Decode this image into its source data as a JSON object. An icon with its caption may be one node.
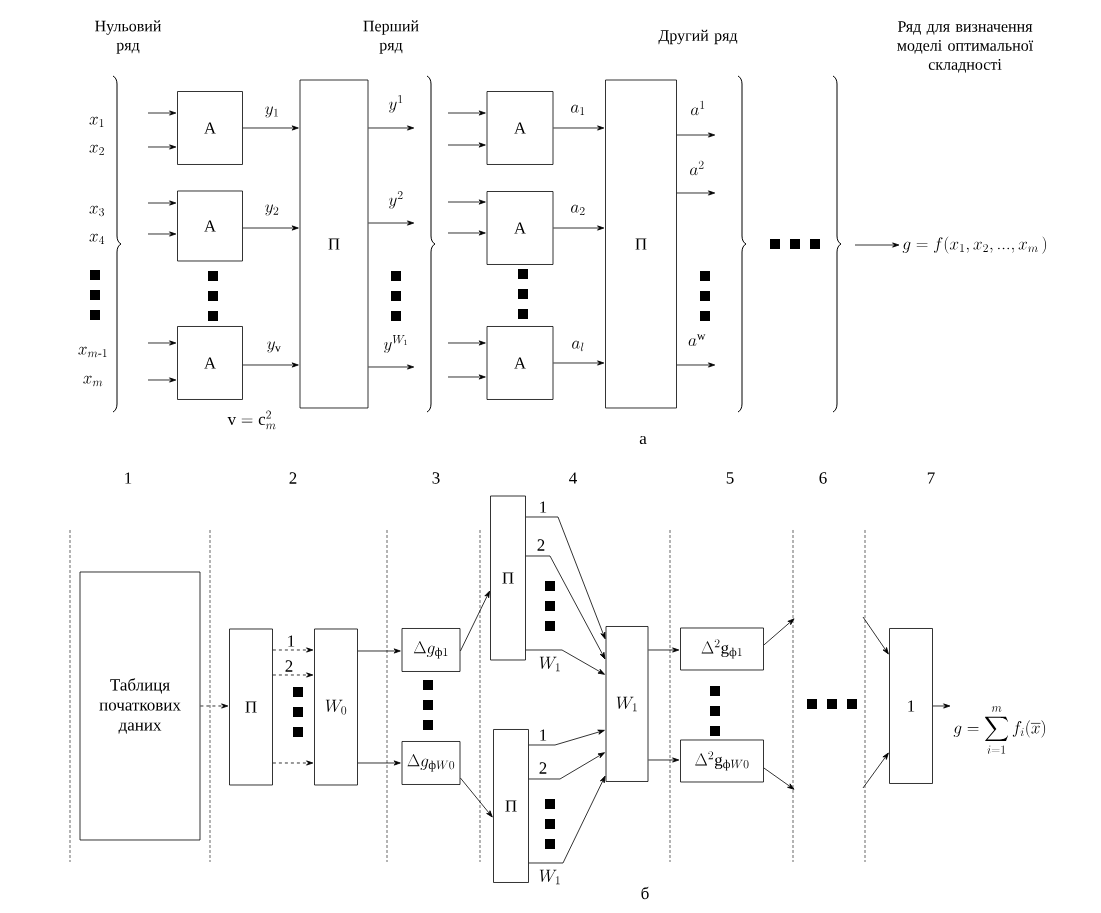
{
  "diagram": {
    "nodes": [
      {
        "text": [
          "A"
        ]
      },
      {
        "text": [
          "A"
        ]
      },
      {
        "text": [
          "A"
        ]
      },
      {
        "text": [
          "П"
        ]
      },
      {
        "text": [
          "A"
        ]
      },
      {
        "text": [
          "A"
        ]
      },
      {
        "text": [
          "A"
        ]
      },
      {
        "text": [
          "П"
        ]
      },
      {
        "text": [
          "g = f(x_1, x_2, ..., x_m\\,)"
        ]
      },
      {
        "text": [
          "Таблиця початкових даних"
        ]
      },
      {
        "text": [
          "П"
        ]
      },
      {
        "text": [
          "W_0"
        ]
      },
      {
        "text": [
          "\\Delta g_{\\text{ф}1}"
        ]
      },
      {
        "text": [
          "\\Delta g_{\\text{ф}W0}"
        ]
      },
      {
        "text": [
          "П"
        ]
      },
      {
        "text": [
          "П"
        ]
      },
      {
        "text": [
          "W_1"
        ]
      },
      {
        "text": [
          "\\Delta^2\\mathrm{g}_{\\text{ф}1}"
        ]
      },
      {
        "text": [
          "\\Delta^2\\mathrm{g}_{\\text{ф}W0}"
        ]
      },
      {
        "text": [
          "1"
        ]
      },
      {
        "text": [
          "g = \\sum_{i=1}^{m} f_i(\\overline{x})"
        ]
      }
    ],
    "edges": [
      {
        "from": null,
        "to": 0,
        "arrow": "to"
      },
      {
        "from": null,
        "to": 0,
        "arrow": "to"
      },
      {
        "from": null,
        "to": 1,
        "arrow": "to"
      },
      {
        "from": null,
        "to": 1,
        "arrow": "to"
      },
      {
        "from": null,
        "to": 2,
        "arrow": "to"
      },
      {
        "from": null,
        "to": 2,
        "arrow": "to"
      },
      {
        "from": 0,
        "to": 3,
        "arrow": "to",
        "label": "y_1"
      },
      {
        "from": 1,
        "to": 3,
        "arrow": "to",
        "label": "y_2"
      },
      {
        "from": 2,
        "to": 3,
        "arrow": "to",
        "label": "y_{\\mathrm{v}}"
      },
      {
        "from": 3,
        "to": null,
        "arrow": "to",
        "label": "y^1"
      },
      {
        "from": 3,
        "to": null,
        "arrow": "to",
        "label": "y^2"
      },
      {
        "from": 3,
        "to": null,
        "arrow": "to",
        "label": "y^{W_1}"
      },
      {
        "from": null,
        "to": 4,
        "arrow": "to"
      },
      {
        "from": null,
        "to": 4,
        "arrow": "to"
      },
      {
        "from": null,
        "to": 5,
        "arrow": "to"
      },
      {
        "from": null,
        "to": 5,
        "arrow": "to"
      },
      {
        "from": null,
        "to": 6,
        "arrow": "to"
      },
      {
        "from": null,
        "to": 6,
        "arrow": "to"
      },
      {
        "from": 4,
        "to": 7,
        "arrow": "to",
        "label": "a_1"
      },
      {
        "from": 5,
        "to": 7,
        "arrow": "to",
        "label": "a_2"
      },
      {
        "from": 6,
        "to": 7,
        "arrow": "to",
        "label": "a_l"
      },
      {
        "from": 7,
        "to": null,
        "arrow": "to",
        "label": "a^1"
      },
      {
        "from": 7,
        "to": null,
        "arrow": "to",
        "label": "a^2"
      },
      {
        "from": 7,
        "to": null,
        "arrow": "to",
        "label": "a^{\\mathrm{w}}"
      },
      {
        "from": null,
        "to": 8,
        "arrow": "to"
      },
      {
        "from": 9,
        "to": 10,
        "arrow": "to",
        "style": "dashed"
      },
      {
        "from": 10,
        "to": 11,
        "arrow": "to",
        "style": "dashed",
        "label": "1"
      },
      {
        "from": 10,
        "to": 11,
        "arrow": "to",
        "style": "dashed",
        "label": "2"
      },
      {
        "from": 10,
        "to": 11,
        "arrow": "to",
        "style": "dashed"
      },
      {
        "from": 11,
        "to": 12,
        "arrow": "to"
      },
      {
        "from": 11,
        "to": 13,
        "arrow": "to"
      },
      {
        "from": 12,
        "to": 14,
        "arrow": "to"
      },
      {
        "from": 13,
        "to": 15,
        "arrow": "to"
      },
      {
        "from": 14,
        "to": 16,
        "arrow": "to",
        "label": "1"
      },
      {
        "from": 14,
        "to": 16,
        "arrow": "to",
        "label": "2"
      },
      {
        "from": 14,
        "to": 16,
        "arrow": "to",
        "label": "W_1"
      },
      {
        "from": 15,
        "to": 16,
        "arrow": "to",
        "label": "1"
      },
      {
        "from": 15,
        "to": 16,
        "arrow": "to",
        "label": "2"
      },
      {
        "from": 15,
        "to": 16,
        "arrow": "to",
        "label": "W_1"
      },
      {
        "from": 16,
        "to": 17,
        "arrow": "to"
      },
      {
        "from": 16,
        "to": 18,
        "arrow": "to"
      },
      {
        "from": 17,
        "to": null,
        "arrow": "to"
      },
      {
        "from": 18,
        "to": null,
        "arrow": "to"
      },
      {
        "from": null,
        "to": 19,
        "arrow": "to"
      },
      {
        "from": null,
        "to": 19,
        "arrow": "to"
      },
      {
        "from": 19,
        "to": 20,
        "arrow": "to"
      }
    ],
    "labels": [
      "Нульовий ряд",
      "Перший ряд",
      "Другий ряд",
      "Ряд для визначення моделі оптимальної складності",
      "x_1",
      "x_2",
      "x_3",
      "x_4",
      "x_{m\\text{-}1}",
      "x_m",
      "\\mathrm{v} = \\mathrm{c}_m^2",
      "а",
      "1",
      "2",
      "3",
      "4",
      "5",
      "6",
      "7",
      "б"
    ]
  }
}
